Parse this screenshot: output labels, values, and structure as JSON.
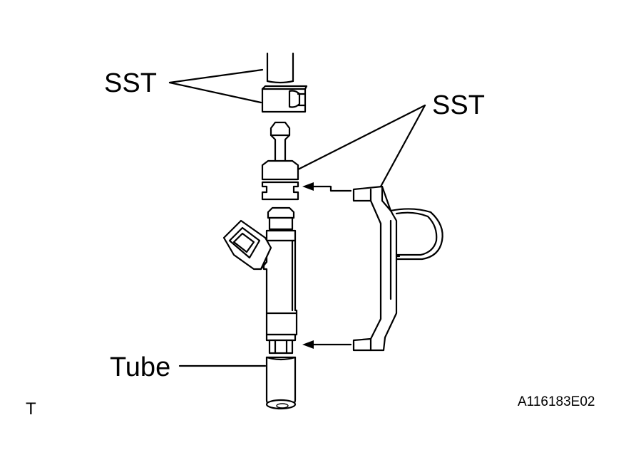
{
  "labels": {
    "sst_upper": "SST",
    "sst_right": "SST",
    "tube": "Tube",
    "corner_mark": "T",
    "figure_code": "A116183E02"
  }
}
